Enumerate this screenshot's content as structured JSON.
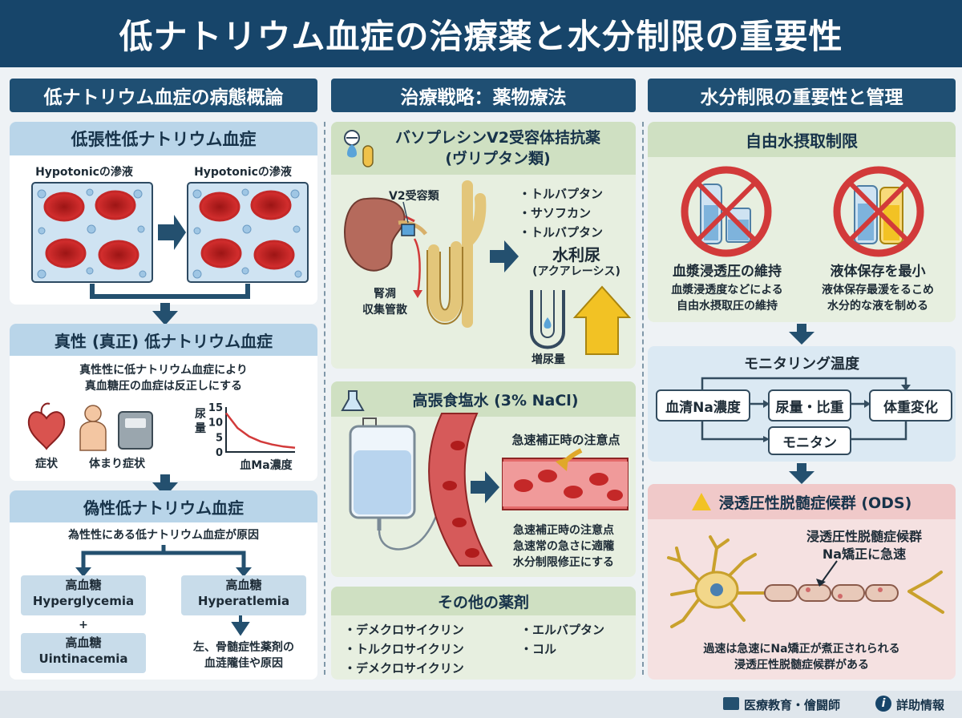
{
  "title": "低ナトリウム血症の治療薬と水分制限の重要性",
  "columns": {
    "left": "低ナトリウム血症の病態概論",
    "middle": "治療戦略：薬物療法",
    "right": "水分制限の重要性と管理"
  },
  "left": {
    "hypotonic": {
      "title": "低張性低ナトリウム血症",
      "label_a": "Hypotonicの滲液",
      "label_b": "Hypotonicの滲液"
    },
    "true": {
      "title": "真性 (真正) 低ナトリウム血症",
      "desc1": "真性性に低ナトリウム血症により",
      "desc2": "真血糖圧の血症は反正しにする",
      "icon_label_1": "症状",
      "icon_label_2": "体まり症状",
      "chart_ylabel": "尿量",
      "chart_xlabel": "血Ma濃度"
    },
    "pseudo": {
      "title": "偽性低ナトリウム血症",
      "desc": "為性性にある低ナトリウム血症が原因",
      "box1_line1": "高血糖",
      "box1_line2": "Hyperglycemia",
      "plus": "+",
      "box2_line1": "高血糖",
      "box2_line2": "Uintinacemia",
      "box3_line1": "高血糖",
      "box3_line2": "Hyperatlemia",
      "note1": "左、骨髄症性薬剤の",
      "note2": "血涟隴佳や原因"
    }
  },
  "middle": {
    "vaptan": {
      "title1": "バソプレシンV2受容体拮抗薬",
      "title2": "(ヴリプタン類)",
      "v2_label": "V2受容類",
      "kidney_label1": "腎凋",
      "kidney_label2": "収集管散",
      "drugs": [
        "トルバプタン",
        "サソフカン",
        "トルバプタン"
      ],
      "effect": "水利尿",
      "effect_sub": "(アクアレーシス)",
      "urine": "増尿量"
    },
    "saline": {
      "title": "高張食塩水 (3% NaCl)",
      "caution_title": "急速補正時の注意点",
      "note1": "急速補正時の注意点",
      "note2": "急速常の急さに遖隴",
      "note3": "水分制限修正にする"
    },
    "others": {
      "title": "その他の薬剤",
      "col1": [
        "デメクロサイクリン",
        "トルクロサイクリン",
        "デメクロサイクリン"
      ],
      "col2": [
        "エルバプタン",
        "コル"
      ]
    }
  },
  "right": {
    "restrict": {
      "title": "自由水摂取制限",
      "item1_title": "血漿浸透圧の維持",
      "item1_desc1": "血漿浸透度などによる",
      "item1_desc2": "自由水摂取圧の維持",
      "item2_title": "液体保存を最小",
      "item2_desc1": "液体保存最湲をるこめ",
      "item2_desc2": "水分的な液を制める"
    },
    "monitor": {
      "title": "モニタリング温度",
      "box1": "血清Na濃度",
      "box2": "尿量・比重",
      "box3": "体重変化",
      "box4": "モニタン"
    },
    "ods": {
      "title": "浸透圧性脱髄症候群 (ODS)",
      "label1": "浸透圧性脱髄症候群",
      "label2": "Na矯正に急速",
      "desc1": "過速は急速にNa矯正が煮正されられる",
      "desc2": "浸透圧性脱髄症候群がある"
    }
  },
  "chart_data": {
    "type": "line",
    "title": "",
    "xlabel": "血Ma濃度",
    "ylabel": "尿量",
    "yticks": [
      15,
      10,
      5,
      0
    ],
    "ylim": [
      0,
      15
    ],
    "series": [
      {
        "x": [
          0,
          1,
          2,
          3,
          4,
          5,
          6
        ],
        "y": [
          13,
          8,
          5.2,
          3.5,
          2.5,
          1.8,
          1.4
        ]
      }
    ]
  },
  "footer": {
    "brand": "医療教育・儈闘師",
    "info": "詳助情報"
  },
  "colors": {
    "title_bg": "#17456a",
    "accent_red": "#d23a3a",
    "arrow": "#24506f",
    "up_arrow": "#f2c224"
  }
}
